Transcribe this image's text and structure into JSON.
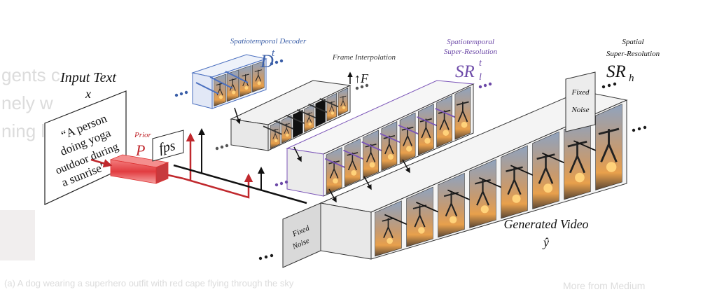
{
  "colors": {
    "background": "#ffffff",
    "decoder": "#4a6fbf",
    "sr_l": "#7b55b8",
    "prior": "#c0282d",
    "arrow": "#111111",
    "ghost_text": "#dcdcdc"
  },
  "labels": {
    "input_text_title": "Input Text",
    "input_text_var": "x",
    "prompt_lines": [
      "“A person",
      "doing yoga",
      "outdoor during",
      "a sunrise”"
    ],
    "prior_label": "Prior",
    "prior_var": "P",
    "fps": "fps",
    "decoder_title": "Spatiotemporal Decoder",
    "decoder_symbol": "D",
    "decoder_sup": "t",
    "interp_title": "Frame Interpolation",
    "interp_symbol": "↑F",
    "srl_title_1": "Spatiotemporal",
    "srl_title_2": "Super-Resolution",
    "srl_symbol": "SR",
    "srl_sup": "t",
    "srl_sub": "l",
    "srh_title_1": "Spatial",
    "srh_title_2": "Super-Resolution",
    "srh_symbol": "SR",
    "srh_sub": "h",
    "fixed_noise_1": "Fixed",
    "fixed_noise_2": "Noise",
    "generated_video": "Generated Video",
    "generated_var": "ŷ"
  },
  "background_text": {
    "caption": "(a) A dog wearing a superhero outfit with red cape flying through the sky",
    "more": "More from Medium"
  }
}
